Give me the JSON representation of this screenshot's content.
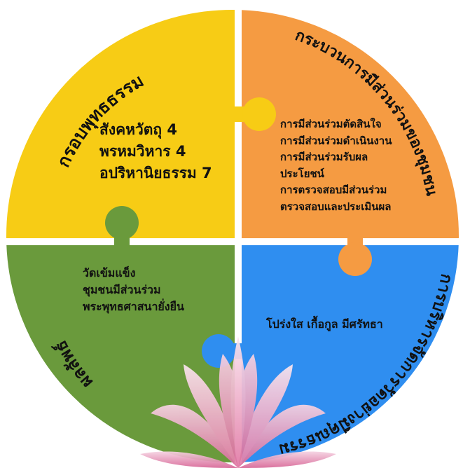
{
  "quadrants": {
    "top_left": {
      "title": "กรอบพุทธธรรม",
      "items": [
        "สังคหวัตถุ 4",
        "พรหมวิหาร 4",
        "อปริหานิยธรรม 7"
      ],
      "color": "#f7cc15"
    },
    "top_right": {
      "title": "กระบวนการมีส่วนร่วมของชุมชน",
      "items": [
        "การมีส่วนร่วมตัดสินใจ",
        "การมีส่วนร่วมดำเนินงาน",
        "การมีส่วนร่วมรับผล",
        "ประโยชน์",
        "การตรวจสอบมีส่วนร่วม",
        "ตรวจสอบและประเมินผล"
      ],
      "color": "#f59b42"
    },
    "bottom_left": {
      "title": "ผลลัพธ์",
      "items": [
        "วัดเข้มแข็ง",
        "ชุมชนมีส่วนร่วม",
        "พระพุทธศาสนายั่งยืน"
      ],
      "color": "#6a9a3c"
    },
    "bottom_right": {
      "title": "การบริหารจัดการวัดอย่างมีคุณธรรม",
      "items": [
        "โปร่งใส เกื้อกูล มีศรัทธา"
      ],
      "color": "#2f8ef0"
    }
  },
  "decoration": "lotus-flower"
}
